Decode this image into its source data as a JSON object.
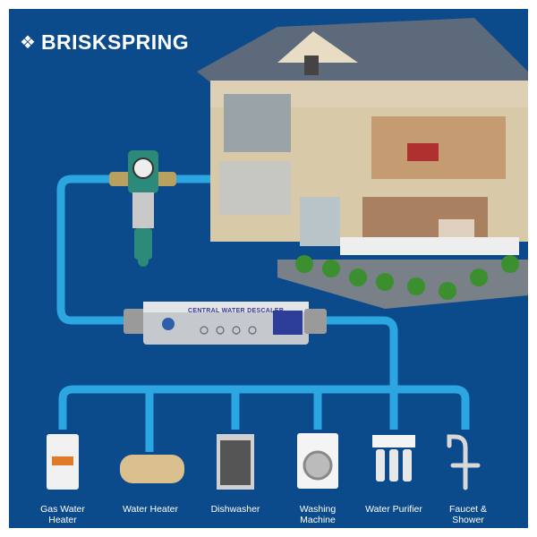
{
  "brand": {
    "name": "BRISKSPRING"
  },
  "product": {
    "label": "CENTRAL WATER DESCALER"
  },
  "colors": {
    "background": "#0b4a8b",
    "pipe": "#2ba6e0"
  },
  "appliances": [
    {
      "label": "Gas Water Heater",
      "icon": "gas-water-heater-icon"
    },
    {
      "label": "Water Heater",
      "icon": "water-heater-icon"
    },
    {
      "label": "Dishwasher",
      "icon": "dishwasher-icon"
    },
    {
      "label": "Washing Machine",
      "icon": "washing-machine-icon"
    },
    {
      "label": "Water Purifier",
      "icon": "water-purifier-icon"
    },
    {
      "label": "Faucet & Shower",
      "icon": "faucet-icon"
    }
  ]
}
